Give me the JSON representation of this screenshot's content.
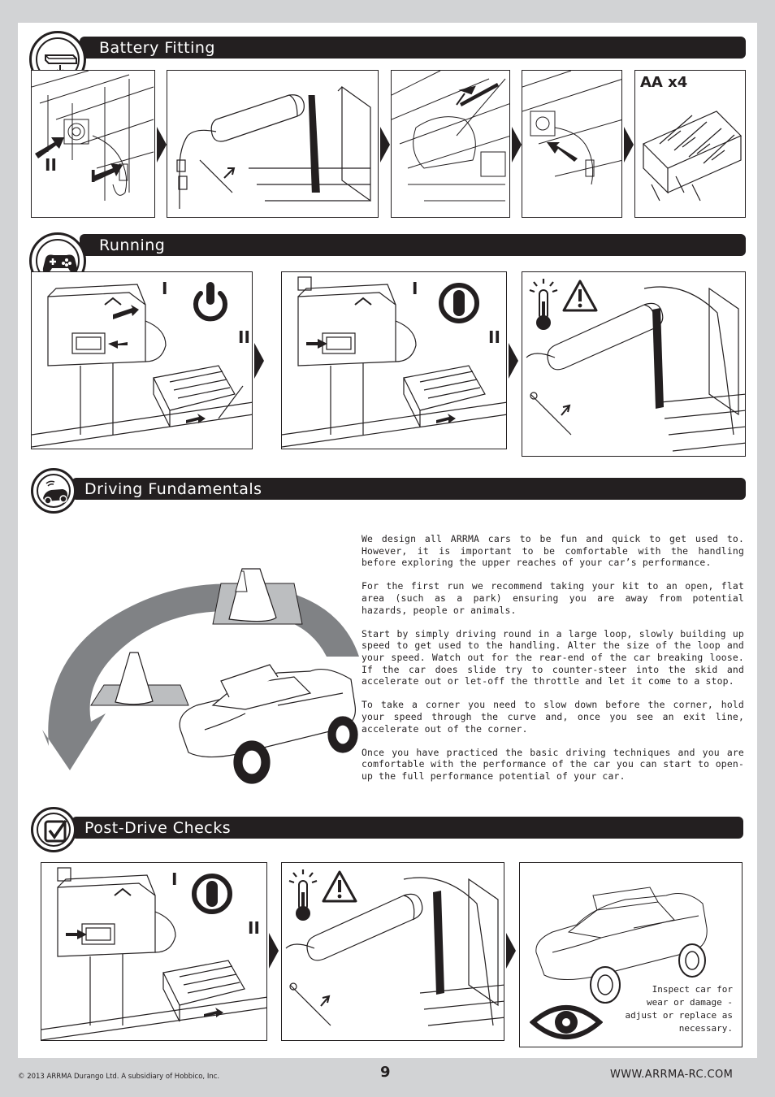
{
  "sections": {
    "battery_fitting": {
      "title": "Battery Fitting",
      "aa_label": "AA x4"
    },
    "running": {
      "title": "Running"
    },
    "driving_fundamentals": {
      "title": "Driving Fundamentals"
    },
    "post_drive_checks": {
      "title": "Post-Drive Checks",
      "inspect_note": [
        "Inspect car for",
        "wear or damage -",
        "adjust or replace as",
        "necessary."
      ]
    }
  },
  "step_labels": {
    "one": "I",
    "two": "II"
  },
  "driving_text": [
    "We design all ARRMA cars to be fun and quick to get used to. However, it is important to be comfortable with the handling before exploring the upper reaches of your car’s performance.",
    "For the first run we recommend taking your kit to an open, flat area (such as a park) ensuring you are away from potential hazards, people or animals.",
    "Start by simply driving round in a large loop, slowly building up speed to get used to the handling. Alter the size of the loop and your speed. Watch out for the rear-end of the car breaking loose. If the car does slide try to counter-steer into the skid and accelerate out or let-off the throttle and let it come to a stop.",
    "To take a corner you need to slow down before the corner, hold your speed through the curve and, once you see an exit line, accelerate out of the corner.",
    "Once you have practiced the basic driving techniques and you are comfortable with the performance of the car you can start to open-up the full performance potential of your car."
  ],
  "footer": {
    "copyright": "© 2013 ARRMA Durango Ltd. A subsidiary of Hobbico, Inc.",
    "page_number": "9",
    "website": "WWW.ARRMA-RC.COM"
  },
  "icons": {
    "battery": "battery-icon",
    "gamepad": "gamepad-icon",
    "car": "car-icon",
    "check": "checkbox-icon",
    "power_on": "power-on-icon",
    "power_off": "power-off-icon",
    "thermometer": "thermometer-icon",
    "warning": "warning-icon",
    "eye": "eye-icon"
  }
}
